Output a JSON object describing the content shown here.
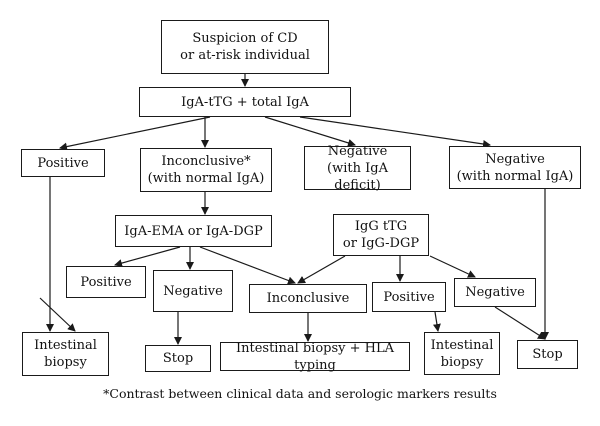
{
  "nodes": {
    "suspicion": "Suspicion of CD\nor at-risk individual",
    "iga_ttg": "IgA-tTG + total IgA",
    "positive_1": "Positive",
    "inconclusive_1": "Inconclusive*\n(with normal IgA)",
    "negative_iga_deficit": "Negative\n(with IgA deficit)",
    "negative_normal_iga": "Negative\n(with normal IgA)",
    "iga_ema_dgp": "IgA-EMA or IgA-DGP",
    "igg_ttg_dgp": "IgG tTG\nor IgG-DGP",
    "positive_2": "Positive",
    "negative_2": "Negative",
    "inconclusive_2": "Inconclusive",
    "positive_3": "Positive",
    "negative_3": "Negative",
    "intestinal_biopsy_1": "Intestinal\nbiopsy",
    "stop_1": "Stop",
    "biopsy_hla": "Intestinal biopsy + HLA typing",
    "intestinal_biopsy_2": "Intestinal\nbiopsy",
    "stop_2": "Stop"
  },
  "footnote": "*Contrast between clinical data and serologic markers results"
}
